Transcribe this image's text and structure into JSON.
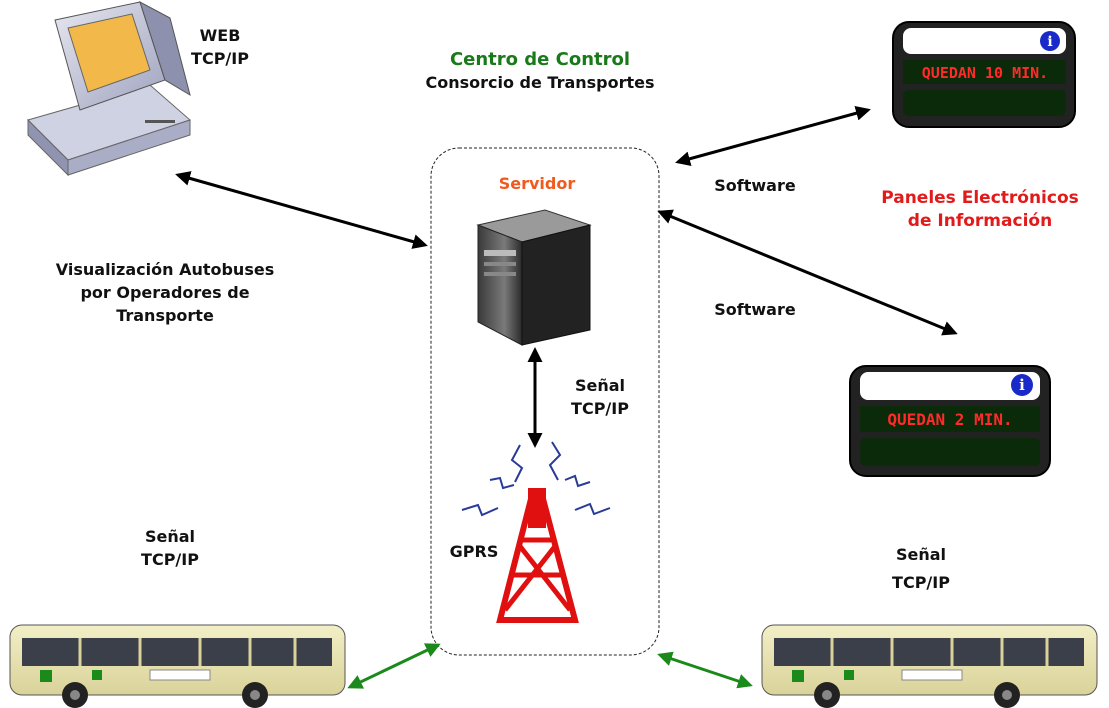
{
  "title": {
    "line1": "Centro de Control",
    "line2": "Consorcio de Transportes"
  },
  "labels": {
    "web": "WEB",
    "web_protocol": "TCP/IP",
    "servidor": "Servidor",
    "software_top": "Software",
    "software_bottom": "Software",
    "paneles_line1": "Paneles Electrónicos",
    "paneles_line2": "de Información",
    "visualizacion_line1": "Visualización Autobuses",
    "visualizacion_line2": "por Operadores de",
    "visualizacion_line3": "Transporte",
    "senal_center_1": "Señal",
    "senal_center_2": "TCP/IP",
    "gprs": "GPRS",
    "senal_left_1": "Señal",
    "senal_left_2": "TCP/IP",
    "senal_right_1": "Señal",
    "senal_right_2": "TCP/IP"
  },
  "panels": {
    "top": "QUEDAN 10 MIN.",
    "bottom": "QUEDAN 2 MIN."
  },
  "colors": {
    "title_green": "#1a7a1a",
    "paneles_red": "#e21a1a",
    "servidor_orange": "#f05a1e",
    "panel_text_red": "#ff2a2a",
    "arrow_black": "#000000",
    "arrow_green": "#1a8a1a"
  }
}
